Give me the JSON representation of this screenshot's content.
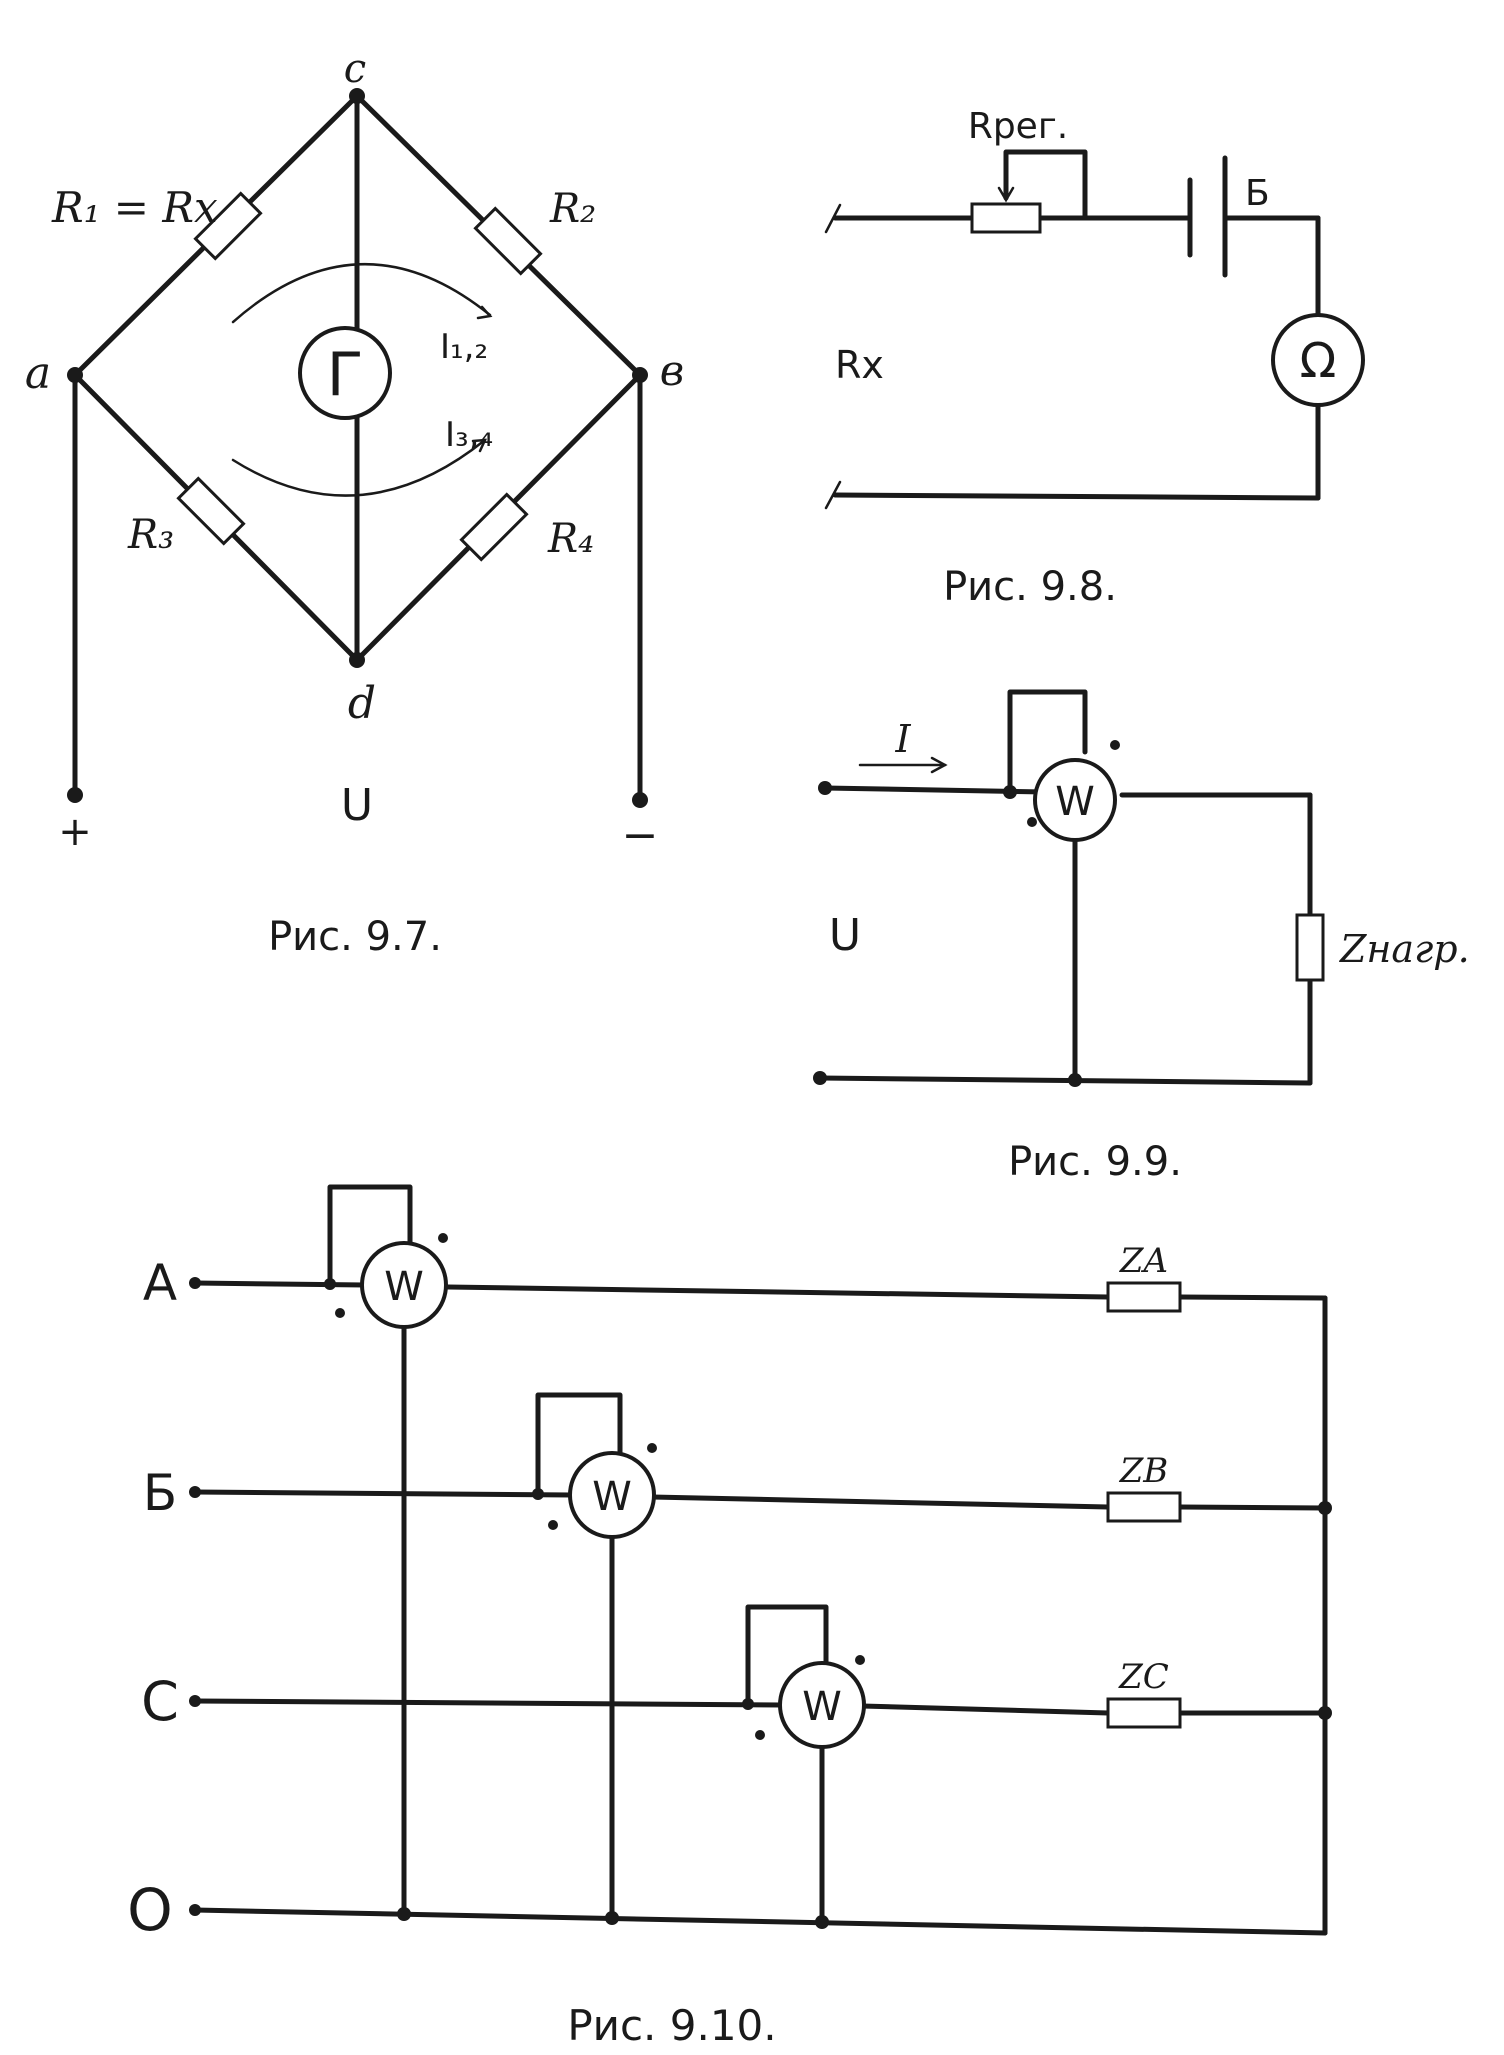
{
  "fig97": {
    "caption": "Рис. 9.7.",
    "node_a": "a",
    "node_b": "в",
    "node_c": "c",
    "node_d": "d",
    "r1": "R₁ = Rx",
    "r2": "R₂",
    "r3": "R₃",
    "r4": "R₄",
    "galvanometer": "Г",
    "i12": "I₁,₂",
    "i34": "I₃,₄",
    "voltage": "U",
    "plus": "+",
    "minus": "−"
  },
  "fig98": {
    "caption": "Рис. 9.8.",
    "rreg": "Rрег.",
    "battery": "Б",
    "rx": "Rx",
    "ohmmeter": "Ω"
  },
  "fig99": {
    "caption": "Рис. 9.9.",
    "current": "I",
    "voltage": "U",
    "wattmeter": "W",
    "load": "Zнагр."
  },
  "fig910": {
    "caption": "Рис. 9.10.",
    "phase_a": "A",
    "phase_b": "Б",
    "phase_c": "C",
    "neutral": "O",
    "wattmeter": "W",
    "za": "ZA",
    "zb": "ZB",
    "zc": "ZC"
  }
}
